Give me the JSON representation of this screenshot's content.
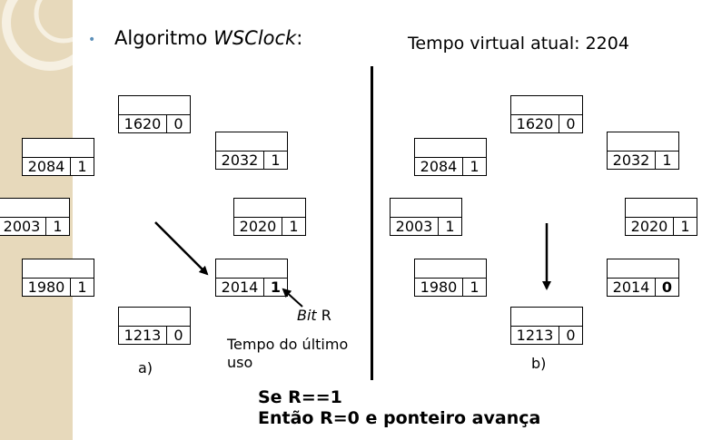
{
  "heading": {
    "bullet": "•",
    "prefix": "Algoritmo ",
    "name": "WSClock",
    "suffix": ":"
  },
  "virtual_time": "Tempo virtual atual: 2204",
  "panel_a": {
    "frames": [
      {
        "time": "1620",
        "r": "0",
        "bold": false
      },
      {
        "time": "2032",
        "r": "1",
        "bold": false
      },
      {
        "time": "2020",
        "r": "1",
        "bold": false
      },
      {
        "time": "2014",
        "r": "1",
        "bold": true
      },
      {
        "time": "1213",
        "r": "0",
        "bold": false
      },
      {
        "time": "1980",
        "r": "1",
        "bold": false
      },
      {
        "time": "2003",
        "r": "1",
        "bold": false
      },
      {
        "time": "2084",
        "r": "1",
        "bold": false
      }
    ],
    "bit_r_label_italic": "Bit",
    "bit_r_label_rest": " R",
    "last_use_line1": "Tempo do último",
    "last_use_line2": "uso",
    "caption": "a)"
  },
  "panel_b": {
    "frames": [
      {
        "time": "1620",
        "r": "0",
        "bold": false
      },
      {
        "time": "2032",
        "r": "1",
        "bold": false
      },
      {
        "time": "2020",
        "r": "1",
        "bold": false
      },
      {
        "time": "2014",
        "r": "0",
        "bold": true
      },
      {
        "time": "1213",
        "r": "0",
        "bold": false
      },
      {
        "time": "1980",
        "r": "1",
        "bold": false
      },
      {
        "time": "2003",
        "r": "1",
        "bold": false
      },
      {
        "time": "2084",
        "r": "1",
        "bold": false
      }
    ],
    "caption": "b)"
  },
  "rule": {
    "line1": "Se R==1",
    "line2": "Então R=0 e ponteiro avança"
  },
  "colors": {
    "strip": "#e7d9bb",
    "bullet": "#5b8fb9"
  }
}
